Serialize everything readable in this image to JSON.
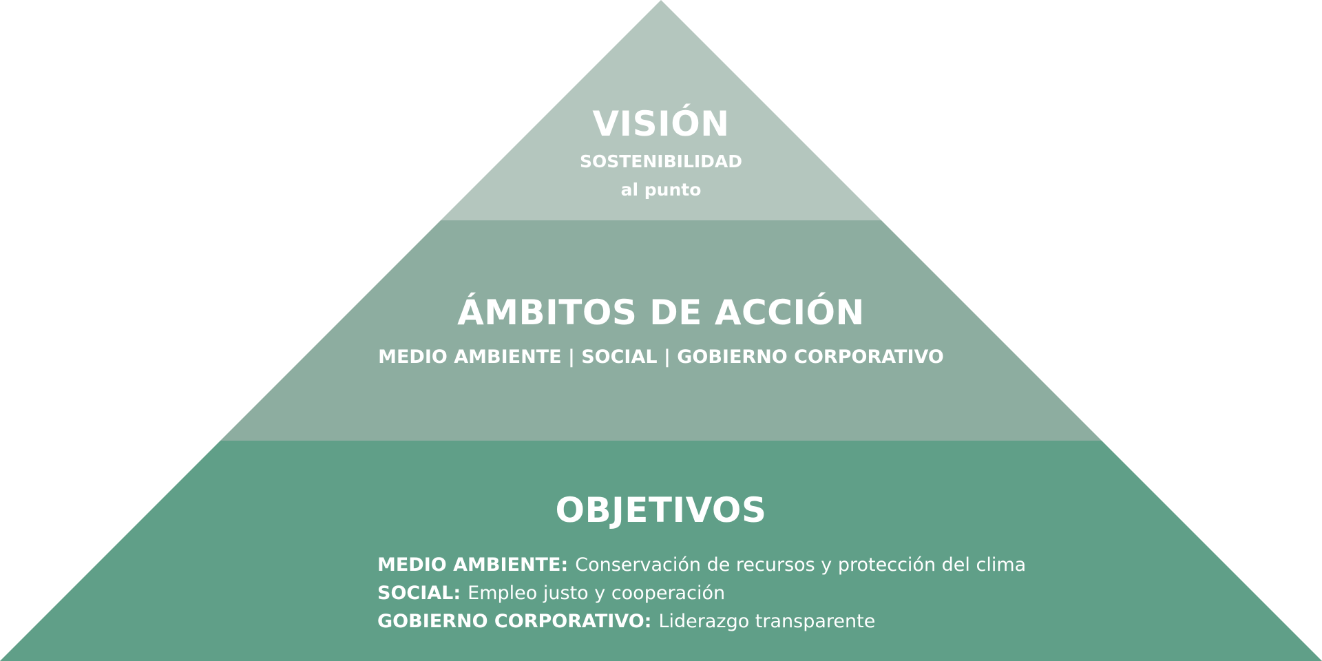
{
  "colors": {
    "top_tier": "#b4c6be",
    "middle_tier": "#8dada0",
    "bottom_tier": "#609f88",
    "text": "#ffffff"
  },
  "vision": {
    "title": "VISIÓN",
    "line1": "SOSTENIBILIDAD",
    "line2": "al punto"
  },
  "ambitos": {
    "title": "ÁMBITOS DE ACCIÓN",
    "subtitle": "MEDIO AMBIENTE | SOCIAL | GOBIERNO CORPORATIVO"
  },
  "objetivos": {
    "title": "OBJETIVOS",
    "items": [
      {
        "label": "MEDIO AMBIENTE:",
        "desc": "Conservación de recursos y protección del clima"
      },
      {
        "label": "SOCIAL:",
        "desc": "Empleo justo y cooperación"
      },
      {
        "label": "GOBIERNO CORPORATIVO:",
        "desc": "Liderazgo transparente"
      }
    ]
  }
}
